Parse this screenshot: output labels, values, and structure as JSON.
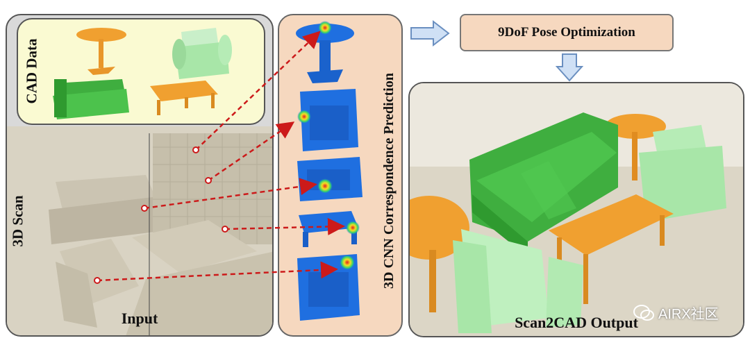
{
  "input": {
    "cad_label": "CAD Data",
    "scan_label": "3D Scan",
    "caption": "Input"
  },
  "cnn": {
    "label": "3D CNN Correspondence Prediction"
  },
  "pose": {
    "label": "9DoF Pose Optimization"
  },
  "output": {
    "caption": "Scan2CAD Output"
  },
  "watermark": {
    "text": "AIRX社区"
  },
  "colors": {
    "cad_bg": "#fafad2",
    "cnn_bg": "#f6d8bf",
    "voxel_blue": "#1f6fe0",
    "table_orange": "#f0a030",
    "chair_green": "#a8e6a8",
    "sofa_green": "#4cc24c",
    "arrow_red": "#cc1a1a",
    "flow_arrow": "#cfe0f5",
    "scan_beige": "#d9d3c3"
  },
  "icons": [
    "flow-arrow-right-icon",
    "flow-arrow-down-icon",
    "wechat-icon"
  ]
}
